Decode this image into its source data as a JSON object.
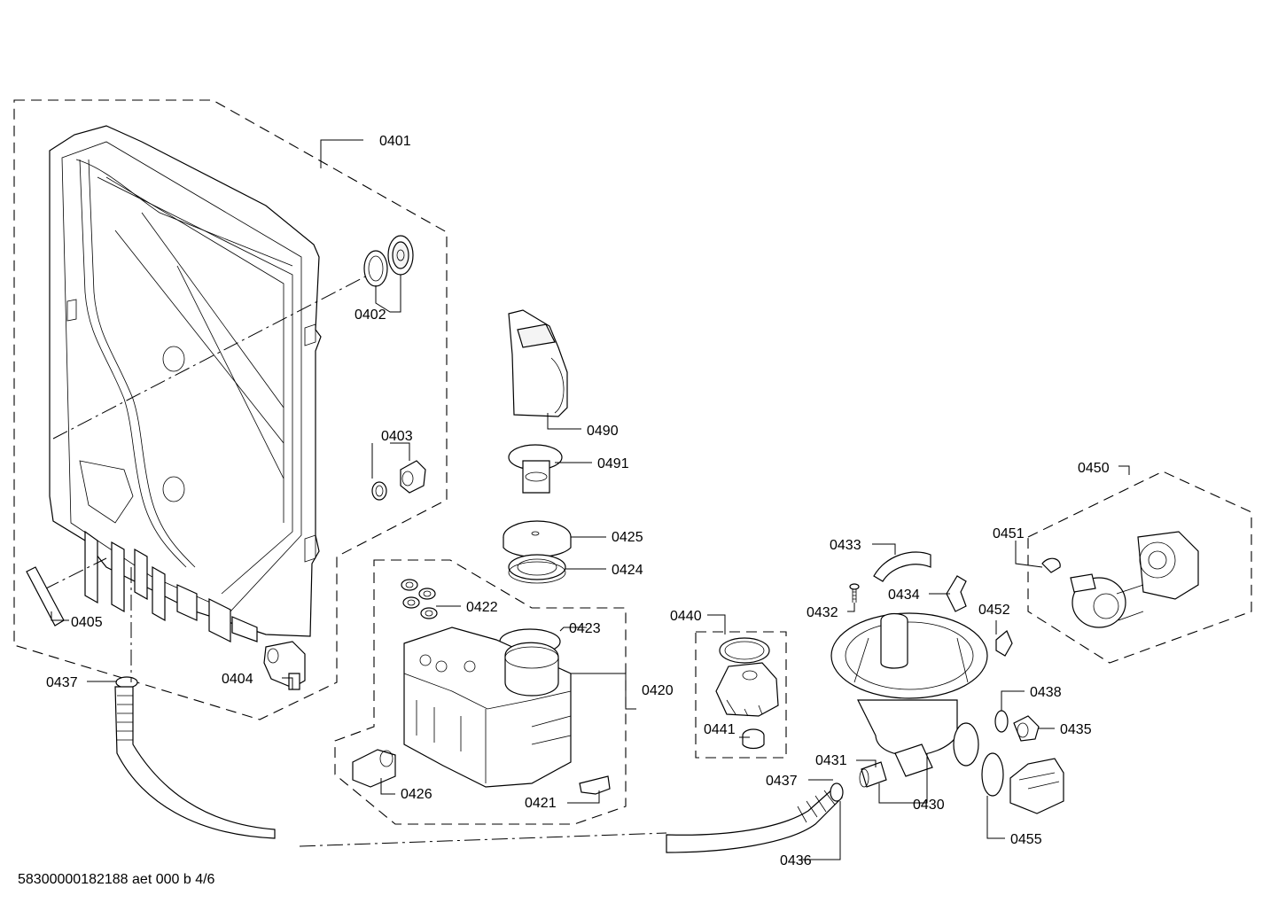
{
  "diagram": {
    "labels": {
      "p0401": "0401",
      "p0402": "0402",
      "p0403": "0403",
      "p0404": "0404",
      "p0405": "0405",
      "p0437a": "0437",
      "p0490": "0490",
      "p0491": "0491",
      "p0425": "0425",
      "p0424": "0424",
      "p0422": "0422",
      "p0423": "0423",
      "p0420": "0420",
      "p0426": "0426",
      "p0421": "0421",
      "p0440": "0440",
      "p0441": "0441",
      "p0433": "0433",
      "p0432": "0432",
      "p0434": "0434",
      "p0452": "0452",
      "p0451": "0451",
      "p0450": "0450",
      "p0438": "0438",
      "p0435": "0435",
      "p0431": "0431",
      "p0437b": "0437",
      "p0430": "0430",
      "p0455": "0455",
      "p0436": "0436"
    },
    "footer": "58300000182188 aet 000 b 4/6"
  }
}
